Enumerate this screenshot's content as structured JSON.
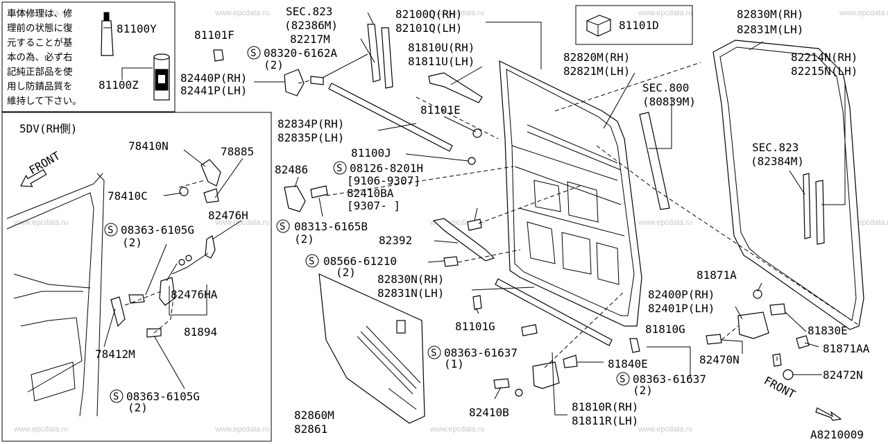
{
  "note_jp": [
    "車体修理は、修",
    "理前の状態に復",
    "元することが基",
    "本の為、必ず右",
    "記純正部品を使",
    "用し防錆品質を",
    "維持して下さい。"
  ],
  "inset_title": "5DV(RH側)",
  "front_labels": [
    "FRONT",
    "FRONT"
  ],
  "drawing_id": "A8210009",
  "watermark": "www.epcdata.ru",
  "parts": {
    "p81100Y": "81100Y",
    "p81100Z": "81100Z",
    "p81101F": "81101F",
    "sec823a": "SEC.823",
    "p82386M": "(82386M)",
    "p82217M": "82217M",
    "s08320": "08320-6162A",
    "q2a": "(2)",
    "p82440P": "82440P(RH)",
    "p82441P": "82441P(LH)",
    "p82100Q": "82100Q(RH)",
    "p82101Q": "82101Q(LH)",
    "p81810U": "81810U(RH)",
    "p81811U": "81811U(LH)",
    "p81101D": "81101D",
    "p82820M": "82820M(RH)",
    "p82821M": "82821M(LH)",
    "sec800": "SEC.800",
    "p80839M": "(80839M)",
    "p81101E": "81101E",
    "p82834P": "82834P(RH)",
    "p82835P": "82835P(LH)",
    "p81100J": "81100J",
    "s08126": "08126-8201H",
    "d9106": "[9106-9307]",
    "p82486": "82486",
    "p82410BA": "82410BA",
    "d9307": "[9307-     ]",
    "s08313": "08313-6165B",
    "q2b": "(2)",
    "p82392": "82392",
    "s08566": "08566-61210",
    "q2c": "(2)",
    "p82830N": "82830N(RH)",
    "p82831N": "82831N(LH)",
    "p81101G": "81101G",
    "s08363a": "08363-61637",
    "q1a": "(1)",
    "p82860M": "82860M",
    "p82861": "82861",
    "p82410B": "82410B",
    "p81810R": "81810R(RH)",
    "p81811R": "81811R(LH)",
    "p81840E": "81840E",
    "s08363b": "08363-61637",
    "q2d": "(2)",
    "p81810G": "81810G",
    "p82470N": "82470N",
    "p82400P": "82400P(RH)",
    "p82401P": "82401P(LH)",
    "p81871A": "81871A",
    "p81830E": "81830E",
    "p81871AA": "81871AA",
    "p82472N": "82472N",
    "p82830M": "82830M(RH)",
    "p82831M": "82831M(LH)",
    "p82214N": "82214N(RH)",
    "p82215N": "82215N(LH)",
    "sec823b": "SEC.823",
    "p82384M": "(82384M)",
    "p78410N": "78410N",
    "p78885": "78885",
    "p78410C": "78410C",
    "p82476H": "82476H",
    "s08363c": "08363-6105G",
    "q2e": "(2)",
    "p82476HA": "82476HA",
    "p81894": "81894",
    "p78412M": "78412M",
    "s08363d": "08363-6105G",
    "q2f": "(2)"
  },
  "screw_symbol": "S"
}
